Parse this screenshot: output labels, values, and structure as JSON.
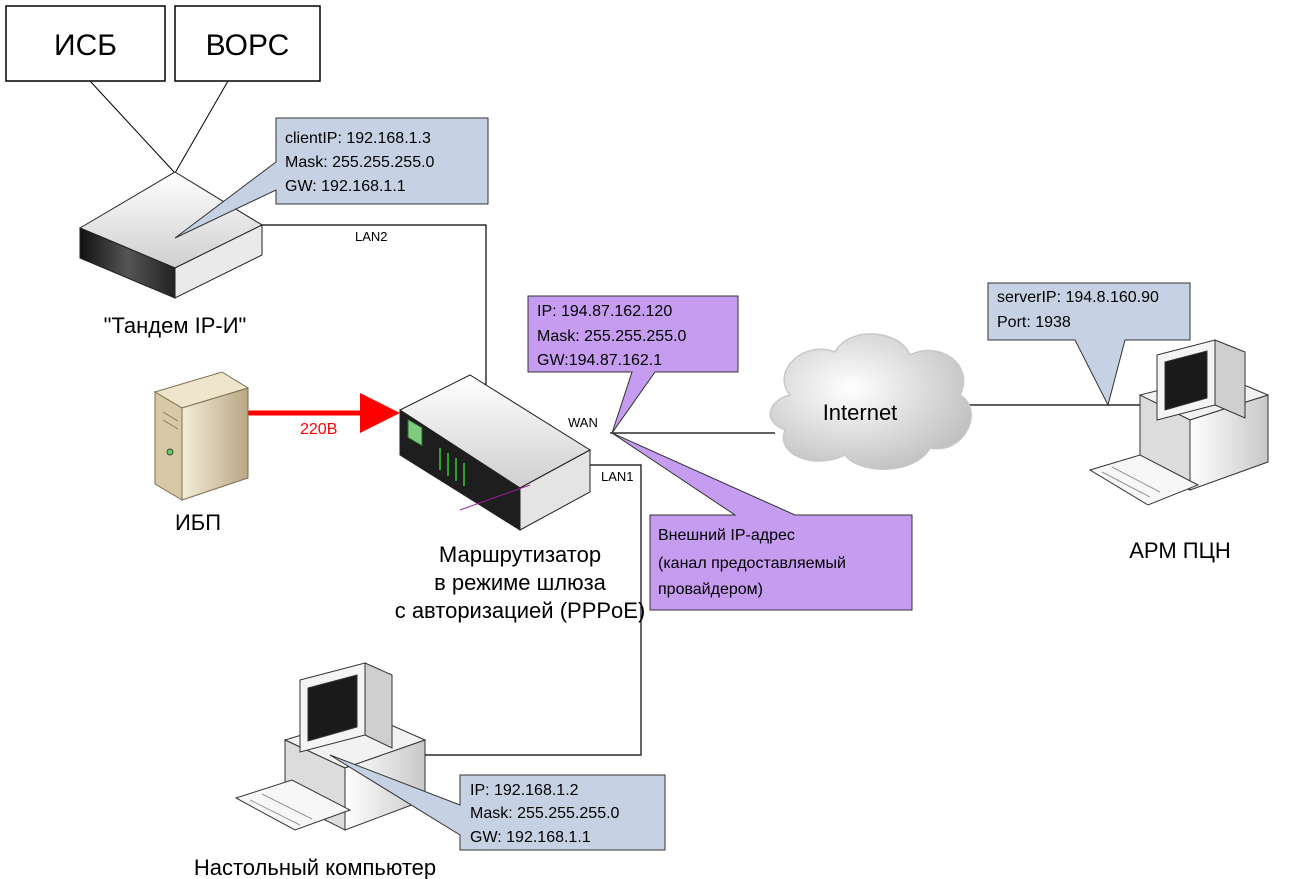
{
  "boxes": {
    "isb": "ИСБ",
    "vors": "ВОРС"
  },
  "callouts": {
    "client": [
      "clientIP: 192.168.1.3",
      "Mask: 255.255.255.0",
      "GW: 192.168.1.1"
    ],
    "wan": [
      "IP: 194.87.162.120",
      "Mask: 255.255.255.0",
      "GW:194.87.162.1"
    ],
    "server": [
      "serverIP: 194.8.160.90",
      "Port: 1938"
    ],
    "external": [
      "Внешний IP-адрес",
      "(канал предоставляемый",
      "провайдером)"
    ],
    "desktop": [
      "IP: 192.168.1.2",
      "Mask: 255.255.255.0",
      "GW: 192.168.1.1"
    ]
  },
  "ports": {
    "lan2": "LAN2",
    "wan": "WAN",
    "lan1": "LAN1"
  },
  "power_label": "220В",
  "cloud_label": "Internet",
  "captions": {
    "tandem": "\"Тандем IP-И\"",
    "ups": "ИБП",
    "router": [
      "Маршрутизатор",
      "в режиме шлюза",
      "с авторизацией (PPPoE)"
    ],
    "arm": "АРМ ПЦН",
    "desktop": "Настольный компьютер"
  },
  "colors": {
    "callout_blue": "#c6d2e4",
    "callout_purple": "#c59cf0",
    "power_arrow": "#ff0000",
    "line": "#000000"
  },
  "icons": [
    "tandem-device-icon",
    "ups-icon",
    "router-icon",
    "cloud-icon",
    "workstation-icon",
    "desktop-computer-icon"
  ]
}
